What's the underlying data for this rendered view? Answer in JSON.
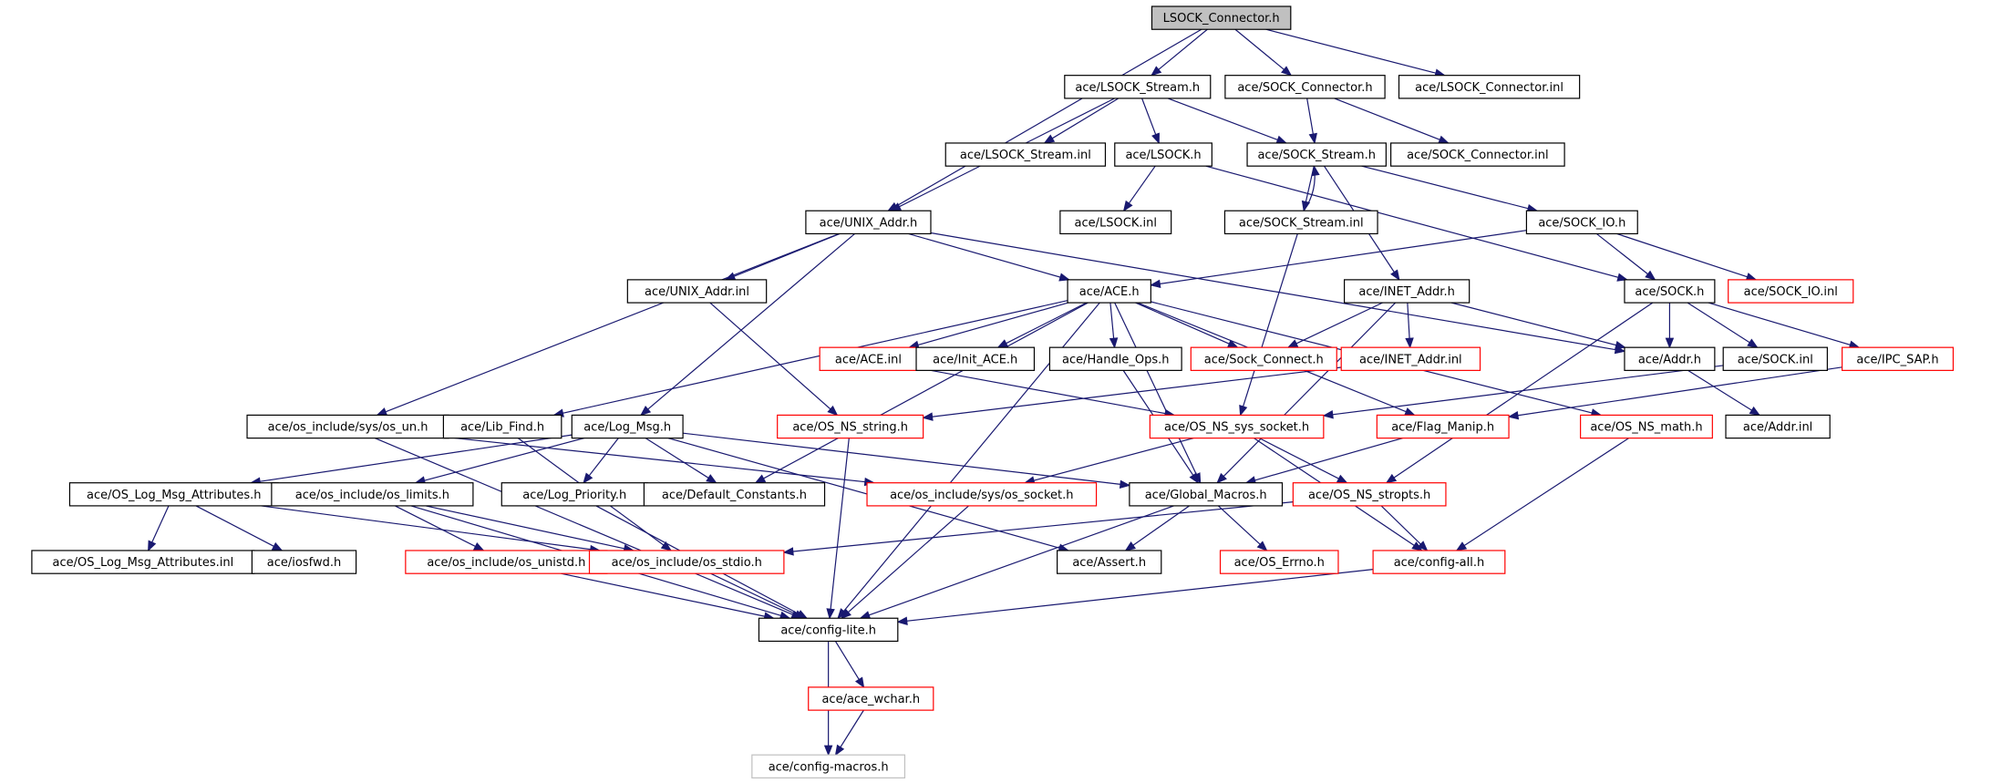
{
  "colors": {
    "edge": "#191970",
    "normal_border": "#000000",
    "truncated_border": "#ff0000",
    "external_border": "#c0c0c0",
    "root_fill": "#c0c0c0",
    "node_fill": "#ffffff"
  },
  "nodes": [
    {
      "id": "root",
      "label": "LSOCK_Connector.h",
      "style": "root"
    },
    {
      "id": "lsock_stream_h",
      "label": "ace/LSOCK_Stream.h",
      "style": "normal"
    },
    {
      "id": "sock_connector_h",
      "label": "ace/SOCK_Connector.h",
      "style": "normal"
    },
    {
      "id": "lsock_connector_inl",
      "label": "ace/LSOCK_Connector.inl",
      "style": "normal"
    },
    {
      "id": "lsock_stream_inl",
      "label": "ace/LSOCK_Stream.inl",
      "style": "normal"
    },
    {
      "id": "lsock_h",
      "label": "ace/LSOCK.h",
      "style": "normal"
    },
    {
      "id": "sock_stream_h",
      "label": "ace/SOCK_Stream.h",
      "style": "normal"
    },
    {
      "id": "sock_connector_inl",
      "label": "ace/SOCK_Connector.inl",
      "style": "normal"
    },
    {
      "id": "unix_addr_h",
      "label": "ace/UNIX_Addr.h",
      "style": "normal"
    },
    {
      "id": "lsock_inl",
      "label": "ace/LSOCK.inl",
      "style": "normal"
    },
    {
      "id": "sock_stream_inl",
      "label": "ace/SOCK_Stream.inl",
      "style": "normal"
    },
    {
      "id": "sock_io_h",
      "label": "ace/SOCK_IO.h",
      "style": "normal"
    },
    {
      "id": "unix_addr_inl",
      "label": "ace/UNIX_Addr.inl",
      "style": "normal"
    },
    {
      "id": "ace_h",
      "label": "ace/ACE.h",
      "style": "normal"
    },
    {
      "id": "inet_addr_h",
      "label": "ace/INET_Addr.h",
      "style": "normal"
    },
    {
      "id": "sock_h",
      "label": "ace/SOCK.h",
      "style": "normal"
    },
    {
      "id": "sock_io_inl",
      "label": "ace/SOCK_IO.inl",
      "style": "truncated"
    },
    {
      "id": "ace_inl",
      "label": "ace/ACE.inl",
      "style": "truncated"
    },
    {
      "id": "init_ace_h",
      "label": "ace/Init_ACE.h",
      "style": "normal"
    },
    {
      "id": "handle_ops_h",
      "label": "ace/Handle_Ops.h",
      "style": "normal"
    },
    {
      "id": "sock_connect_h",
      "label": "ace/Sock_Connect.h",
      "style": "truncated"
    },
    {
      "id": "inet_addr_inl",
      "label": "ace/INET_Addr.inl",
      "style": "truncated"
    },
    {
      "id": "addr_h",
      "label": "ace/Addr.h",
      "style": "normal"
    },
    {
      "id": "sock_inl",
      "label": "ace/SOCK.inl",
      "style": "normal"
    },
    {
      "id": "ipc_sap_h",
      "label": "ace/IPC_SAP.h",
      "style": "truncated"
    },
    {
      "id": "os_un_h",
      "label": "ace/os_include/sys/os_un.h",
      "style": "normal"
    },
    {
      "id": "lib_find_h",
      "label": "ace/Lib_Find.h",
      "style": "normal"
    },
    {
      "id": "log_msg_h",
      "label": "ace/Log_Msg.h",
      "style": "normal"
    },
    {
      "id": "os_ns_string_h",
      "label": "ace/OS_NS_string.h",
      "style": "truncated"
    },
    {
      "id": "os_ns_sys_socket_h",
      "label": "ace/OS_NS_sys_socket.h",
      "style": "truncated"
    },
    {
      "id": "flag_manip_h",
      "label": "ace/Flag_Manip.h",
      "style": "truncated"
    },
    {
      "id": "os_ns_math_h",
      "label": "ace/OS_NS_math.h",
      "style": "truncated"
    },
    {
      "id": "addr_inl",
      "label": "ace/Addr.inl",
      "style": "normal"
    },
    {
      "id": "os_log_msg_attr_h",
      "label": "ace/OS_Log_Msg_Attributes.h",
      "style": "normal"
    },
    {
      "id": "os_limits_h",
      "label": "ace/os_include/os_limits.h",
      "style": "normal"
    },
    {
      "id": "log_priority_h",
      "label": "ace/Log_Priority.h",
      "style": "normal"
    },
    {
      "id": "default_constants_h",
      "label": "ace/Default_Constants.h",
      "style": "normal"
    },
    {
      "id": "os_socket_h",
      "label": "ace/os_include/sys/os_socket.h",
      "style": "truncated"
    },
    {
      "id": "global_macros_h",
      "label": "ace/Global_Macros.h",
      "style": "normal"
    },
    {
      "id": "os_ns_stropts_h",
      "label": "ace/OS_NS_stropts.h",
      "style": "truncated"
    },
    {
      "id": "os_log_msg_attr_inl",
      "label": "ace/OS_Log_Msg_Attributes.inl",
      "style": "normal"
    },
    {
      "id": "iosfwd_h",
      "label": "ace/iosfwd.h",
      "style": "normal"
    },
    {
      "id": "os_unistd_h",
      "label": "ace/os_include/os_unistd.h",
      "style": "truncated"
    },
    {
      "id": "os_stdio_h",
      "label": "ace/os_include/os_stdio.h",
      "style": "truncated"
    },
    {
      "id": "assert_h",
      "label": "ace/Assert.h",
      "style": "normal"
    },
    {
      "id": "os_errno_h",
      "label": "ace/OS_Errno.h",
      "style": "truncated"
    },
    {
      "id": "config_all_h",
      "label": "ace/config-all.h",
      "style": "truncated"
    },
    {
      "id": "config_lite_h",
      "label": "ace/config-lite.h",
      "style": "normal"
    },
    {
      "id": "ace_wchar_h",
      "label": "ace/ace_wchar.h",
      "style": "truncated"
    },
    {
      "id": "config_macros_h",
      "label": "ace/config-macros.h",
      "style": "external"
    }
  ],
  "edges": [
    [
      "root",
      "lsock_stream_h"
    ],
    [
      "root",
      "sock_connector_h"
    ],
    [
      "root",
      "lsock_connector_inl"
    ],
    [
      "root",
      "unix_addr_h"
    ],
    [
      "lsock_stream_h",
      "lsock_stream_inl"
    ],
    [
      "lsock_stream_h",
      "lsock_h"
    ],
    [
      "lsock_stream_h",
      "sock_stream_h"
    ],
    [
      "lsock_stream_h",
      "unix_addr_h"
    ],
    [
      "sock_connector_h",
      "sock_stream_h"
    ],
    [
      "sock_connector_h",
      "sock_connector_inl"
    ],
    [
      "lsock_h",
      "lsock_inl"
    ],
    [
      "lsock_h",
      "sock_h"
    ],
    [
      "sock_stream_h",
      "sock_stream_inl"
    ],
    [
      "sock_stream_inl",
      "sock_stream_h"
    ],
    [
      "sock_stream_h",
      "sock_io_h"
    ],
    [
      "sock_stream_h",
      "inet_addr_h"
    ],
    [
      "sock_stream_inl",
      "os_ns_sys_socket_h"
    ],
    [
      "sock_io_h",
      "sock_h"
    ],
    [
      "sock_io_h",
      "sock_io_inl"
    ],
    [
      "sock_io_h",
      "ace_h"
    ],
    [
      "unix_addr_h",
      "unix_addr_inl"
    ],
    [
      "unix_addr_h",
      "ace_h"
    ],
    [
      "unix_addr_h",
      "addr_h"
    ],
    [
      "unix_addr_h",
      "os_un_h"
    ],
    [
      "unix_addr_h",
      "log_msg_h"
    ],
    [
      "unix_addr_inl",
      "os_ns_string_h"
    ],
    [
      "ace_h",
      "ace_inl"
    ],
    [
      "ace_h",
      "init_ace_h"
    ],
    [
      "ace_h",
      "handle_ops_h"
    ],
    [
      "ace_h",
      "sock_connect_h"
    ],
    [
      "ace_h",
      "flag_manip_h"
    ],
    [
      "ace_h",
      "os_ns_math_h"
    ],
    [
      "ace_h",
      "lib_find_h"
    ],
    [
      "ace_h",
      "default_constants_h"
    ],
    [
      "ace_h",
      "config_lite_h"
    ],
    [
      "ace_h",
      "global_macros_h"
    ],
    [
      "ace_inl",
      "os_ns_sys_socket_h"
    ],
    [
      "inet_addr_h",
      "inet_addr_inl"
    ],
    [
      "inet_addr_h",
      "sock_connect_h"
    ],
    [
      "inet_addr_h",
      "addr_h"
    ],
    [
      "inet_addr_h",
      "global_macros_h"
    ],
    [
      "inet_addr_inl",
      "os_ns_string_h"
    ],
    [
      "sock_h",
      "addr_h"
    ],
    [
      "sock_h",
      "sock_inl"
    ],
    [
      "sock_h",
      "ipc_sap_h"
    ],
    [
      "sock_h",
      "os_ns_stropts_h"
    ],
    [
      "sock_inl",
      "os_ns_sys_socket_h"
    ],
    [
      "ipc_sap_h",
      "flag_manip_h"
    ],
    [
      "addr_h",
      "addr_inl"
    ],
    [
      "handle_ops_h",
      "global_macros_h"
    ],
    [
      "os_un_h",
      "os_socket_h"
    ],
    [
      "os_un_h",
      "config_lite_h"
    ],
    [
      "lib_find_h",
      "os_stdio_h"
    ],
    [
      "log_msg_h",
      "os_log_msg_attr_h"
    ],
    [
      "log_msg_h",
      "os_limits_h"
    ],
    [
      "log_msg_h",
      "log_priority_h"
    ],
    [
      "log_msg_h",
      "default_constants_h"
    ],
    [
      "log_msg_h",
      "global_macros_h"
    ],
    [
      "log_msg_h",
      "assert_h"
    ],
    [
      "os_ns_string_h",
      "config_lite_h"
    ],
    [
      "os_ns_sys_socket_h",
      "os_socket_h"
    ],
    [
      "os_ns_sys_socket_h",
      "os_ns_stropts_h"
    ],
    [
      "os_ns_sys_socket_h",
      "config_all_h"
    ],
    [
      "flag_manip_h",
      "global_macros_h"
    ],
    [
      "os_ns_math_h",
      "config_all_h"
    ],
    [
      "os_log_msg_attr_h",
      "os_log_msg_attr_inl"
    ],
    [
      "os_log_msg_attr_h",
      "iosfwd_h"
    ],
    [
      "os_log_msg_attr_h",
      "os_stdio_h"
    ],
    [
      "os_limits_h",
      "os_unistd_h"
    ],
    [
      "os_limits_h",
      "os_stdio_h"
    ],
    [
      "os_limits_h",
      "config_lite_h"
    ],
    [
      "log_priority_h",
      "config_lite_h"
    ],
    [
      "os_socket_h",
      "config_lite_h"
    ],
    [
      "global_macros_h",
      "assert_h"
    ],
    [
      "global_macros_h",
      "os_errno_h"
    ],
    [
      "global_macros_h",
      "config_lite_h"
    ],
    [
      "os_ns_stropts_h",
      "config_all_h"
    ],
    [
      "os_ns_stropts_h",
      "os_stdio_h"
    ],
    [
      "os_unistd_h",
      "config_lite_h"
    ],
    [
      "os_stdio_h",
      "config_lite_h"
    ],
    [
      "config_all_h",
      "config_lite_h"
    ],
    [
      "config_lite_h",
      "ace_wchar_h"
    ],
    [
      "config_lite_h",
      "config_macros_h"
    ],
    [
      "ace_wchar_h",
      "config_macros_h"
    ]
  ]
}
